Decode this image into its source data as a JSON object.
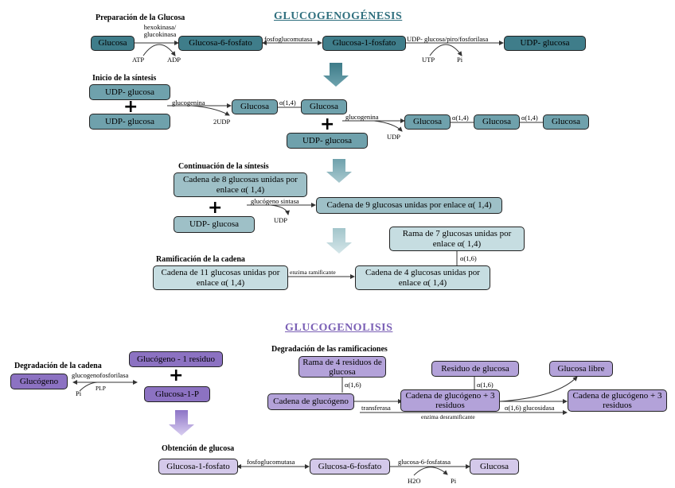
{
  "titles": {
    "glucogenesis": "GLUCOGENOGÉNESIS",
    "glucogenolisis": "GLUCOGENOLISIS"
  },
  "colors": {
    "stage1": "#3f7d8a",
    "stage2": "#6fa1ac",
    "stage3": "#9ec0c7",
    "stage4": "#c6dde1",
    "degr1": "#8c72c2",
    "degr2": "#b3a2d9",
    "degr3": "#d4c9ea",
    "title_teal": "#2f6f7e",
    "title_purple": "#7a5fb5"
  },
  "preparacion": {
    "heading": "Preparación de la Glucosa",
    "boxes": [
      "Glucosa",
      "Glucosa-6-fosfato",
      "Glucosa-1-fosfato",
      "UDP- glucosa"
    ],
    "enzyme1": "hexokinasa/ glucokinasa",
    "enzyme1_in": "ATP",
    "enzyme1_out": "ADP",
    "enzyme2": "fosfoglucomutasa",
    "enzyme3": "UDP- glucosa/piro/fosforilasa",
    "enzyme3_in": "UTP",
    "enzyme3_out": "Pi"
  },
  "inicio": {
    "heading": "Inicio de la síntesis",
    "udp1": "UDP- glucosa",
    "udp2": "UDP- glucosa",
    "udp3": "UDP- glucosa",
    "enzyme": "glucogenina",
    "out1": "2UDP",
    "out2": "UDP",
    "glucosa": "Glucosa",
    "bond": "α(1,4)"
  },
  "continuacion": {
    "heading": "Continuación de la síntesis",
    "box1": "Cadena de 8 glucosas unidas por enlace α( 1,4)",
    "udp": "UDP- glucosa",
    "enzyme": "glucógeno sintasa",
    "out": "UDP",
    "result": "Cadena de 9 glucosas unidas por enlace α( 1,4)"
  },
  "ramificacion": {
    "heading": "Ramificación de la cadena",
    "box1": "Cadena de 11 glucosas unidas por enlace α( 1,4)",
    "enzyme": "enzima ramificante",
    "branch": "Rama de 7 glucosas unidas por enlace α( 1,4)",
    "bond": "α(1,6)",
    "result": "Cadena de 4 glucosas unidas por enlace α( 1,4)"
  },
  "degradacion_cadena": {
    "heading": "Degradación de la cadena",
    "glucogeno": "Glucógeno",
    "enzyme": "glucogenofosforilasa",
    "in": "Pi",
    "cofactor": "PLP",
    "product1": "Glucógeno - 1 residuo",
    "product2": "Glucosa-1-P"
  },
  "degradacion_ramificaciones": {
    "heading": "Degradación de las ramificaciones",
    "rama": "Rama de 4 residuos de glucosa",
    "bond": "α(1,6)",
    "cadena": "Cadena de glucógeno",
    "transferasa": "transferasa",
    "mid": "Cadena de glucógeno + 3 residuos",
    "residuo": "Residuo de glucosa",
    "glucosidasa": "α(1,6) glucosidasa",
    "libre": "Glucosa libre",
    "final": "Cadena de glucógeno + 3 residuos",
    "enzyme": "enzima desramificante"
  },
  "obtencion": {
    "heading": "Obtención de glucosa",
    "boxes": [
      "Glucosa-1-fosfato",
      "Glucosa-6-fosfato",
      "Glucosa"
    ],
    "enzyme1": "fosfoglucomutasa",
    "enzyme2": "glucosa-6-fosfatasa",
    "in": "H2O",
    "out": "Pi"
  }
}
